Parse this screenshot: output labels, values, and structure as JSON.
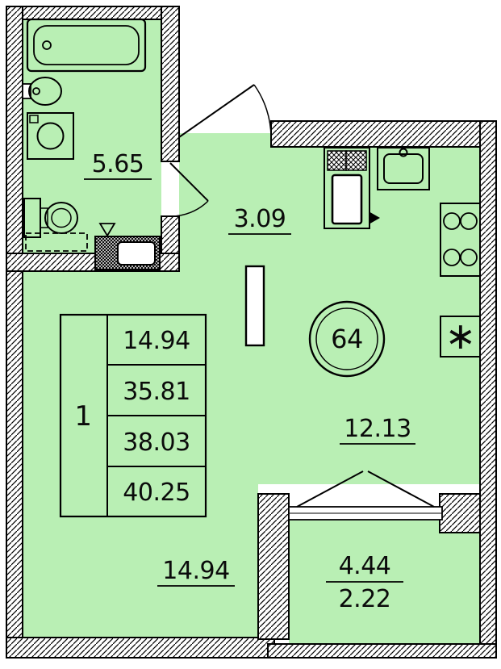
{
  "labels": {
    "bathroom_area": "5.65",
    "hall_area": "3.09",
    "kitchen_area": "12.13",
    "room_area": "14.94",
    "balcony_area": "4.44",
    "balcony_area_reduced": "2.22",
    "apartment_number": "64",
    "fridge_symbol": "∗"
  },
  "summary_table": {
    "rooms": "1",
    "values": [
      "14.94",
      "35.81",
      "38.03",
      "40.25"
    ]
  },
  "colors": {
    "floor_fill": "#b9efb4",
    "line": "#000000"
  }
}
